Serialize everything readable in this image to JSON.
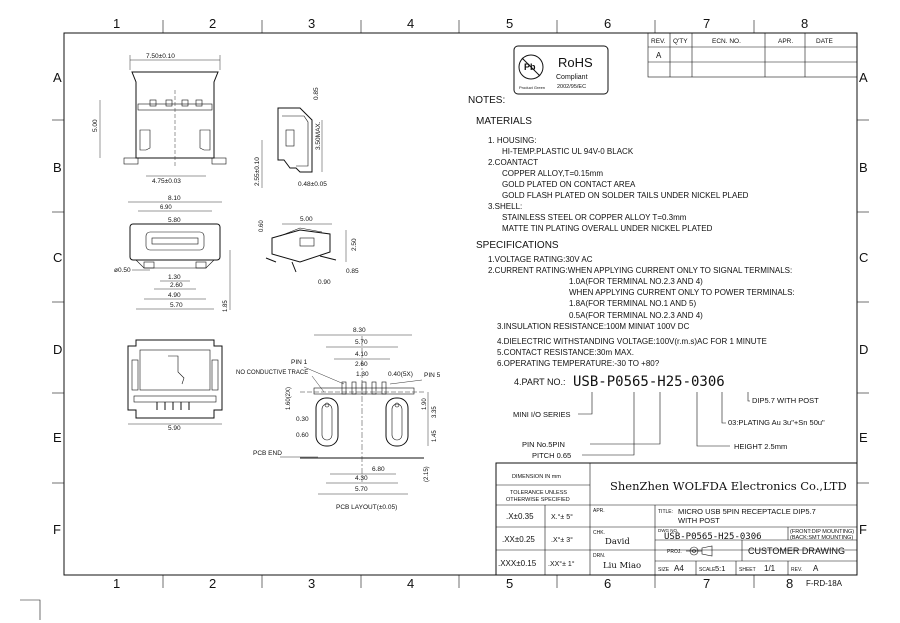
{
  "grid": {
    "cols": [
      "1",
      "2",
      "3",
      "4",
      "5",
      "6",
      "7",
      "8"
    ],
    "rows": [
      "A",
      "B",
      "C",
      "D",
      "E",
      "F"
    ]
  },
  "rohs": {
    "badge": "Pb",
    "badge_sub": "Product Green",
    "title": "RoHS",
    "line1": "Compliant",
    "line2": "2002/95/EC"
  },
  "rev_table": {
    "headers": [
      "REV.",
      "Q'TY",
      "ECN. NO.",
      "APR.",
      "DATE"
    ],
    "rev": "A"
  },
  "notes": {
    "title": "NOTES:",
    "materials_title": "MATERIALS",
    "materials": [
      "1. HOUSING:",
      "HI-TEMP.PLASTIC UL 94V-0 BLACK",
      "2.COANTACT",
      "COPPER ALLOY,T=0.15mm",
      "GOLD PLATED ON CONTACT AREA",
      "GOLD FLASH PLATED ON SOLDER TAILS UNDER NICKEL PLAED",
      "3.SHELL:",
      "STAINLESS STEEL OR COPPER ALLOY T=0.3mm",
      "MATTE TIN PLATING OVERALL UNDER NICKEL PLATED"
    ],
    "spec_title": "SPECIFICATIONS",
    "specs": [
      "1.VOLTAGE RATING:30V AC",
      "2.CURRENT RATING:WHEN APPLYING CURRENT ONLY TO SIGNAL TERMINALS:",
      "1.0A(FOR TERMINAL NO.2.3 AND 4)",
      "WHEN APPLYING CURRENT ONLY TO POWER TERMINALS:",
      "1.8A(FOR TERMINAL NO.1 AND 5)",
      "0.5A(FOR TERMINAL NO.2.3 AND 4)",
      "3.INSULATION RESISTANCE:100M MINIAT 100V DC",
      "4.DIELECTRIC WITHSTANDING VOLTAGE:100V(r.m.s)AC FOR 1 MINUTE",
      "5.CONTACT RESISTANCE:30m MAX.",
      "6.OPERATING TEMPERATURE:-30 TO +80?"
    ]
  },
  "part": {
    "label": "4.PART NO.:",
    "number": "USB-P0565-H25-0306",
    "dip": "DIP5.7 WITH POST",
    "plating": "03:PLATING Au 3u\"+Sn 50u\"",
    "series": "MINI I/O SERIES",
    "height": "HEIGHT 2.5mm",
    "pin": "PIN No.5PIN",
    "pitch": "PITCH 0.65"
  },
  "drawing": {
    "top_width": "7.50±0.10",
    "top_height": "5.00",
    "top_pitch": "4.75±0.03",
    "side_h1": "2.55±0.10",
    "side_h2": "3.50MAX.",
    "side_t": "0.48±0.05",
    "side_top": "0.85",
    "front_w": "8.10",
    "front_w2": "6.90",
    "front_w3": "5.80",
    "front_hole": "ø0.50",
    "front_p1": "1.30",
    "front_p2": "2.60",
    "front_p3": "4.90",
    "front_p4": "5.70",
    "front_h": "1.85",
    "iso_a": "5.00",
    "iso_b": "0.60",
    "iso_c": "2.50",
    "iso_d": "0.85",
    "iso_e": "0.90",
    "pcb_w1": "8.30",
    "pcb_w2": "5.70",
    "pcb_w3": "4.10",
    "pcb_w4": "2.60",
    "pcb_w5": "1.30",
    "pcb_pad": "0.40(5X)",
    "pin1": "PIN 1",
    "pin5": "PIN 5",
    "no_trace": "NO CONDUCTIVE TRACE",
    "pcb_end": "PCB END",
    "pcb_h1": "1.90",
    "pcb_h2": "3.35",
    "pcb_h3": "1.45",
    "pcb_v": "0.30",
    "pcb_side": "1.60(2X)",
    "pcb_hole": "0.60",
    "pcb_b1": "6.80",
    "pcb_b2": "4.30",
    "pcb_b3": "5.70",
    "pcb_r": "(2.15)",
    "bottom_w": "5.90",
    "pcb_title": "PCB LAYOUT(±0.05)"
  },
  "title_block": {
    "dim": "DIMENSION IN mm",
    "tol1": "TOLERANCE UNLESS",
    "tol2": "OTHERWISE SPECIFIED",
    "t1a": ".X±0.35",
    "t1b": "X.°± 5°",
    "t2a": ".XX±0.25",
    "t2b": ".X°± 3°",
    "t3a": ".XXX±0.15",
    "t3b": ".XX°± 1°",
    "company": "ShenZhen WOLFDA Electronics Co.,LTD",
    "apr": "APR.",
    "chk": "CHK.",
    "chk_name": "David",
    "drn": "DRN.",
    "drn_name": "Liu Miao",
    "title_label": "TITLE:",
    "title1": "MICRO USB 5PIN RECEPTACLE DIP5.7",
    "title2": "WITH POST",
    "dwg_label": "DWG NO.",
    "dwg_no": "USB-P0565-H25-0306",
    "mount1": "(FRONT:DIP MOUNTING)",
    "mount2": "(BACK:SMT MOUNTING)",
    "proj": "PROJ.",
    "customer": "CUSTOMER DRAWING",
    "size_label": "SIZE",
    "size": "A4",
    "scale_label": "SCALE",
    "scale": "5:1",
    "sheet_label": "SHEET",
    "sheet": "1/1",
    "rev_label": "REV.",
    "rev": "A",
    "form": "F-RD-18A"
  }
}
